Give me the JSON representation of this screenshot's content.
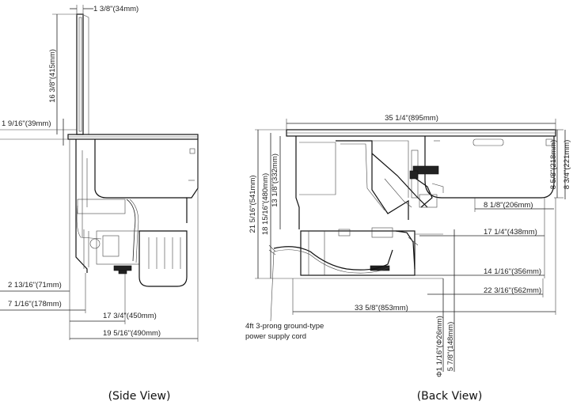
{
  "captions": {
    "side": "(Side View)",
    "back": "(Back View)"
  },
  "side_view": {
    "lid_thickness": "1 3/8\"(34mm)",
    "lid_height": "16 3/8\"(415mm)",
    "rim_height": "1 9/16\"(39mm)",
    "dim_71": "2 13/16\"(71mm)",
    "dim_178": "7 1/16\"(178mm)",
    "dim_450": "17 3/4\"(450mm)",
    "dim_490": "19 5/16\"(490mm)"
  },
  "back_view": {
    "width_895": "35 1/4\"(895mm)",
    "height_541": "21 5/16\"(541mm)",
    "height_480": "18 15/16\"(480mm)",
    "height_332": "13 1/8\"(332mm)",
    "right_218": "8 5/8\"(218mm)",
    "right_221": "8 3/4\"(221mm)",
    "dim_206": "8 1/8\"(206mm)",
    "dim_438": "17 1/4\"(438mm)",
    "dim_356": "14 1/16\"(356mm)",
    "dim_562": "22 3/16\"(562mm)",
    "dim_853": "33 5/8\"(853mm)",
    "drain_dia": "Φ1 1/16\"(Φ26mm)",
    "drain_148": "5 7/8\"(148mm)",
    "cord_line1": "4ft 3-prong ground-type",
    "cord_line2": "power supply cord"
  }
}
